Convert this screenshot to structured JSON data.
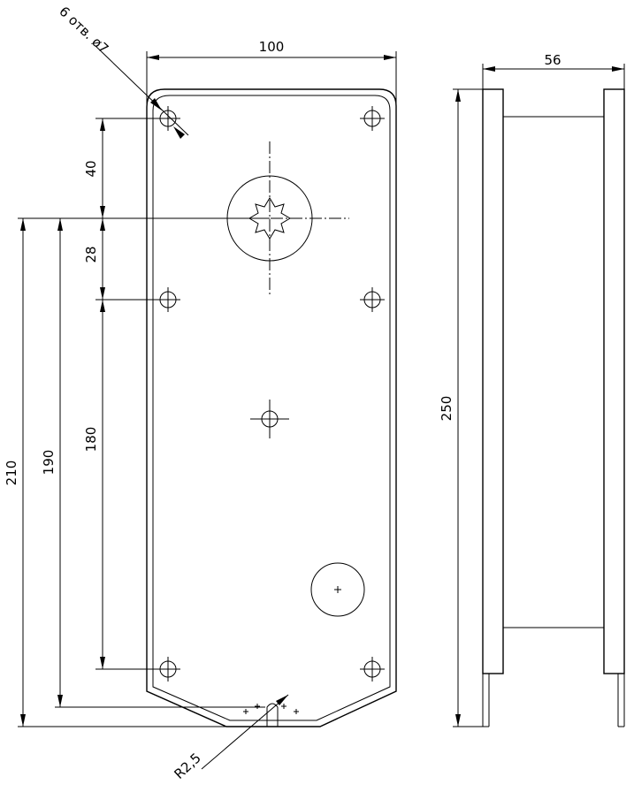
{
  "dimensions": {
    "width_top": "100",
    "width_side": "56",
    "height_side": "250",
    "left_210": "210",
    "left_190": "190",
    "left_180": "180",
    "left_40": "40",
    "left_28": "28",
    "holes_note": "6 отв. ø7",
    "radius_note": "R2,5"
  }
}
